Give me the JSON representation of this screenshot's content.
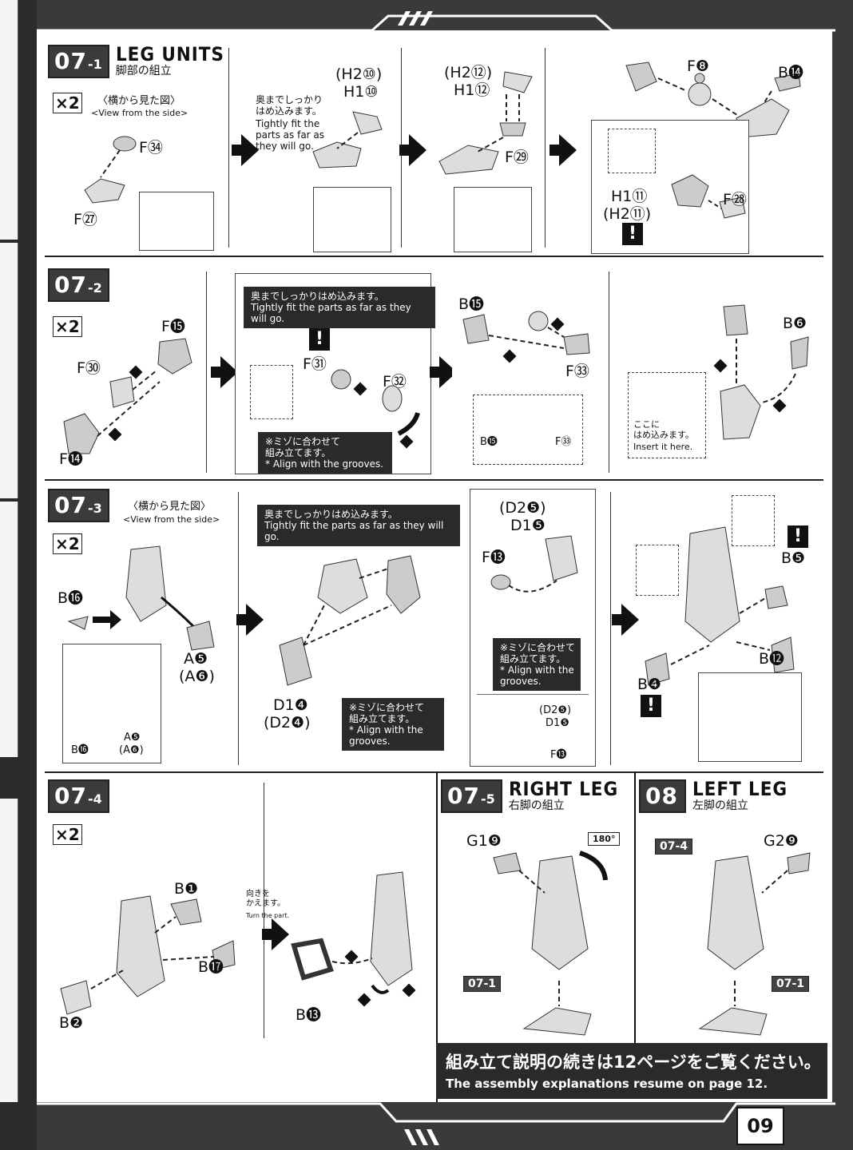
{
  "page_number": "09",
  "steps": [
    {
      "num": "07",
      "sub": "-1",
      "title_en": "LEG UNITS",
      "title_jp": "脚部の組立",
      "qty": "×2",
      "view_jp": "〈横から見た図〉",
      "view_en": "<View from the side>",
      "labels": {
        "f34": "F㉞",
        "f27": "F㉗",
        "h2_10": "(H2⑩)",
        "h1_10": "H1⑩",
        "h2_12": "(H2⑫)",
        "h1_12": "H1⑫",
        "f29": "F㉙",
        "f8": "F❽",
        "b14": "B⓮",
        "h1_11": "H1⑪",
        "h2_11": "(H2⑪)",
        "f28": "F㉘"
      },
      "note_jp": "奥までしっかり\nはめ込みます。",
      "note_en": "Tightly fit the\nparts as far as\nthey will go."
    },
    {
      "num": "07",
      "sub": "-2",
      "qty": "×2",
      "labels": {
        "f15": "F⓯",
        "f30": "F㉚",
        "f14": "F⓮",
        "f31": "F㉛",
        "f32": "F㉜",
        "b15": "B⓯",
        "f33": "F㉝",
        "b15b": "B⓯",
        "f33b": "F㉝",
        "b6": "B❻"
      },
      "note_top_jp": "奥までしっかりはめ込みます。",
      "note_top_en": "Tightly fit the parts as far as they will go.",
      "note_groove_jp": "※ミゾに合わせて\n組み立てます。",
      "note_groove_en": "* Align with the grooves.",
      "insert_jp": "ここに\nはめ込みます。",
      "insert_en": "Insert it here."
    },
    {
      "num": "07",
      "sub": "-3",
      "qty": "×2",
      "view_jp": "〈横から見た図〉",
      "view_en": "<View from the side>",
      "labels": {
        "b16": "B⓰",
        "a5": "A❺",
        "a6": "(A❻)",
        "a5s": "A❺",
        "a6s": "(A❻)",
        "b16s": "B⓰",
        "d1_4": "D1❹",
        "d2_4": "(D2❹)",
        "d2_5": "(D2❺)",
        "d1_5": "D1❺",
        "f13": "F⓭",
        "d2_5s": "(D2❺)",
        "d1_5s": "D1❺",
        "f13s": "F⓭",
        "b5": "B❺",
        "b12": "B⓬",
        "b4": "B❹"
      },
      "note_top_jp": "奥までしっかりはめ込みます。",
      "note_top_en": "Tightly fit the parts as far as they will go.",
      "note_groove_jp": "※ミゾに合わせて\n組み立てます。",
      "note_groove_en": "* Align with the\ngrooves.",
      "note_groove2_jp": "※ミゾに合わせて\n組み立てます。",
      "note_groove2_en": "* Align with the\ngrooves."
    },
    {
      "num": "07",
      "sub": "-4",
      "qty": "×2",
      "labels": {
        "b1": "B❶",
        "b17": "B⓱",
        "b2": "B❷",
        "b13": "B⓭"
      },
      "turn_jp": "向きを\nかえます。",
      "turn_en": "Turn the part."
    },
    {
      "num": "07",
      "sub": "-5",
      "title_en": "RIGHT LEG",
      "title_jp": "右脚の組立",
      "labels": {
        "g1_9": "G1❾",
        "rot": "180°",
        "ref_top": "07-1"
      }
    },
    {
      "num": "08",
      "sub": "",
      "title_en": "LEFT LEG",
      "title_jp": "左脚の組立",
      "labels": {
        "g2_9": "G2❾",
        "ref_a": "07-4",
        "ref_b": "07-1"
      }
    }
  ],
  "footer_jp": "組み立て説明の続きは12ページをご覧ください。",
  "footer_en": "The assembly explanations resume on page 12."
}
